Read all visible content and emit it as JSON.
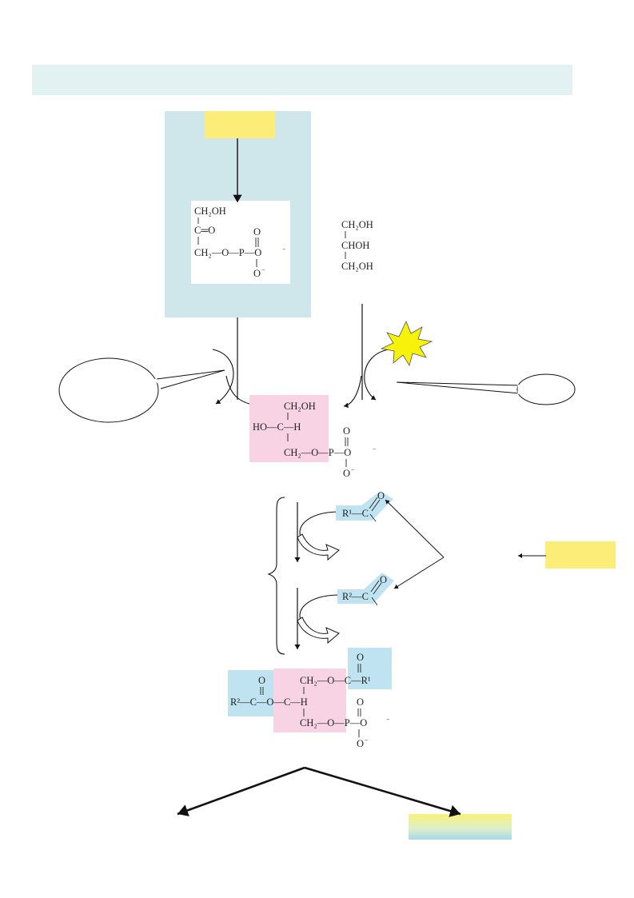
{
  "colors": {
    "title_band": "#e2f2f2",
    "panel_blue": "#cfe7ea",
    "label_yellow": "#fbed78",
    "highlight_pink": "#f7d3e3",
    "highlight_blue": "#bfe3f1",
    "starburst": "#f7f20a"
  },
  "molecules": {
    "dhap": {
      "line1": "CH₂OH",
      "line2": "C═O",
      "line3_a": "CH₂—O—P—O",
      "o_top": "O",
      "o_bottom": "O",
      "charge": "−"
    },
    "glycerol": {
      "line1": "CH₂OH",
      "line2": "CHOH",
      "line3": "CH₂OH"
    },
    "glycerol_3_phosphate": {
      "line1": "CH₂OH",
      "line2": "HO—C—H",
      "line3": "CH₂—O—P—O",
      "o_top": "O",
      "o_bottom": "O",
      "charge": "−"
    },
    "acyl_1": {
      "r": "R¹—C",
      "o": "O"
    },
    "acyl_2": {
      "r": "R²—C",
      "o": "O"
    },
    "phosphatidate": {
      "top_right": "CH₂—O—C—R¹",
      "left_group": "R²—C—O—C—H",
      "bottom": "CH₂—O—P—O",
      "o": "O",
      "charge": "−"
    }
  },
  "icons": [
    "down-arrow-icon",
    "curved-arrow-icon",
    "hollow-arrow-icon",
    "starburst-icon",
    "brace-icon",
    "speech-bubble-icon"
  ]
}
